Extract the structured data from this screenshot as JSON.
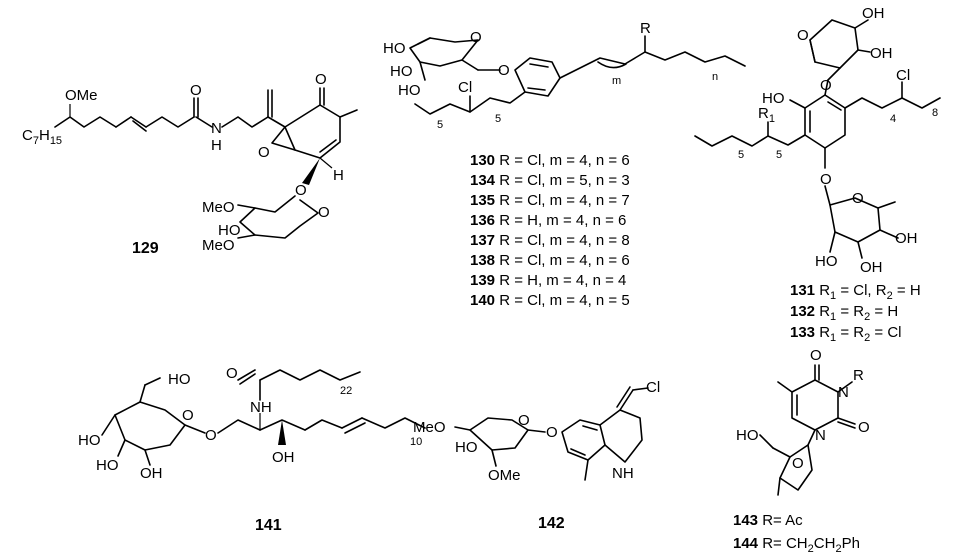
{
  "compounds": {
    "c129": {
      "number": "129",
      "atoms": {
        "ome": "OMe",
        "c7": "C",
        "c7sub": "7",
        "h15": "H",
        "h15sub": "15",
        "o_amide": "O",
        "n": "N",
        "h": "H",
        "o_ketone": "O",
        "o_epox": "O",
        "o_gly": "O",
        "h_ring": "H",
        "meo1": "MeO",
        "ho": "HO",
        "meo2": "MeO",
        "o_sugar": "O"
      }
    },
    "c130": {
      "atoms": {
        "ho1": "HO",
        "ho2": "HO",
        "ho3": "HO",
        "o_ring": "O",
        "o_link": "O",
        "cl": "Cl",
        "r": "R",
        "m": "m",
        "n": "n",
        "five1": "5",
        "five2": "5"
      },
      "variants": [
        {
          "number": "130",
          "desc": "R = Cl, m = 4, n = 6"
        },
        {
          "number": "134",
          "desc": "R = Cl, m = 5, n = 3"
        },
        {
          "number": "135",
          "desc": "R = Cl, m = 4, n = 7"
        },
        {
          "number": "136",
          "desc": "R = H, m = 4, n = 6"
        },
        {
          "number": "137",
          "desc": "R = Cl, m = 4, n = 8"
        },
        {
          "number": "138",
          "desc": "R = Cl, m = 4, n = 6"
        },
        {
          "number": "139",
          "desc": "R = H, m = 4, n = 4"
        },
        {
          "number": "140",
          "desc": "R = Cl, m = 4, n = 5"
        }
      ]
    },
    "c131": {
      "atoms": {
        "oh1": "OH",
        "oh2": "OH",
        "o_top": "O",
        "o_top2": "O",
        "ho": "HO",
        "cl": "Cl",
        "four": "4",
        "eight": "8",
        "r1": "R",
        "r1sub": "1",
        "five1": "5",
        "five2": "5",
        "o_link": "O",
        "o_sugar": "O",
        "ho_b": "HO",
        "oh_b": "OH",
        "oh_c": "OH"
      },
      "variants": [
        {
          "number": "131",
          "pre": "R",
          "s1": "1",
          "mid1": " = Cl, R",
          "s2": "2",
          "post": " = H"
        },
        {
          "number": "132",
          "pre": "R",
          "s1": "1",
          "mid1": " = R",
          "s2": "2",
          "post": " = H"
        },
        {
          "number": "133",
          "pre": "R",
          "s1": "1",
          "mid1": " = R",
          "s2": "2",
          "post": " = Cl"
        }
      ]
    },
    "c141": {
      "number": "141",
      "atoms": {
        "ho_top": "HO",
        "ho1": "HO",
        "ho2": "HO",
        "oh_g": "OH",
        "o_ring": "O",
        "o_link": "O",
        "o_amide": "O",
        "nh": "NH",
        "oh": "OH",
        "sub22": "22",
        "sub10": "10"
      }
    },
    "c142": {
      "number": "142",
      "atoms": {
        "meo": "MeO",
        "ho": "HO",
        "o_ring": "O",
        "ome": "OMe",
        "o_link": "O",
        "cl": "Cl",
        "nh": "NH"
      }
    },
    "c143": {
      "atoms": {
        "o_top": "O",
        "n3": "N",
        "r": "R",
        "o_2": "O",
        "n1": "N",
        "ho": "HO",
        "o_ring": "O"
      },
      "variants": [
        {
          "number": "143",
          "desc": "R= Ac"
        },
        {
          "number": "144",
          "desc_pre": "R= CH",
          "s1": "2",
          "desc_mid": "CH",
          "s2": "2",
          "desc_post": "Ph"
        }
      ]
    }
  }
}
